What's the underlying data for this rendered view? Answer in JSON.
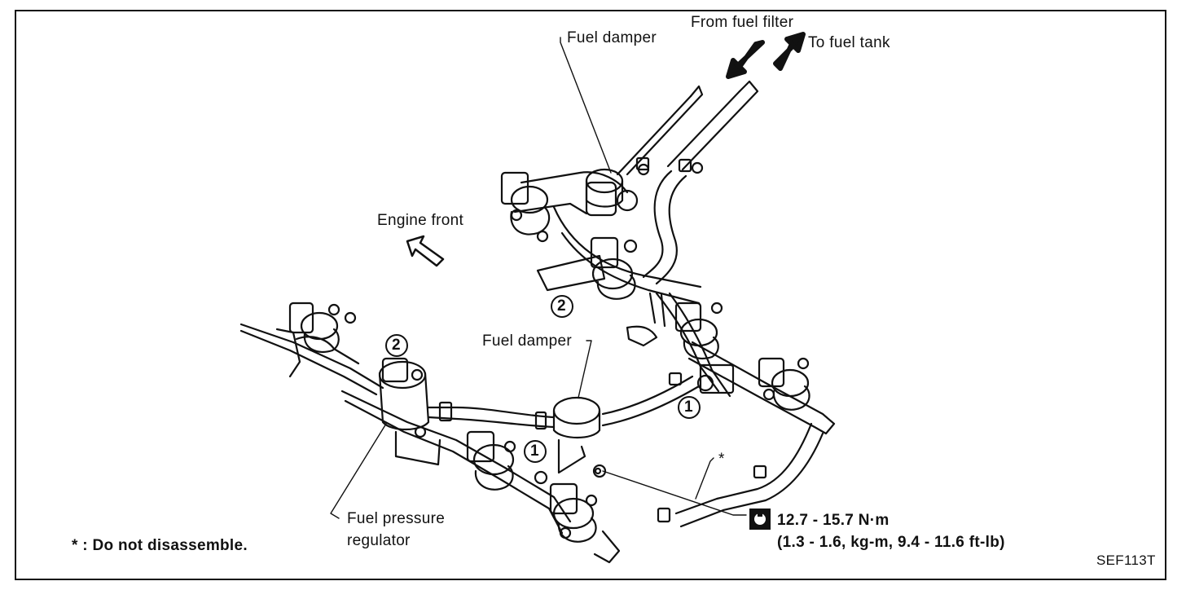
{
  "labels": {
    "fuel_damper_top": "Fuel damper",
    "from_fuel_filter": "From fuel filter",
    "to_fuel_tank": "To fuel tank",
    "engine_front": "Engine front",
    "fuel_damper_mid": "Fuel damper",
    "fuel_pressure_regulator_line1": "Fuel pressure",
    "fuel_pressure_regulator_line2": "regulator",
    "note": "* : Do not disassemble.",
    "torque_line1": "12.7 - 15.7 N·m",
    "torque_line2": "(1.3 - 1.6, kg-m, 9.4 - 11.6 ft-lb)",
    "figure_code": "SEF113T"
  },
  "callouts": {
    "c1": "1",
    "c2": "2",
    "asterisk": "*"
  },
  "icons": [
    "arrow-from-filter-icon",
    "arrow-to-tank-icon",
    "engine-front-arrow-icon",
    "torque-wrench-icon"
  ]
}
